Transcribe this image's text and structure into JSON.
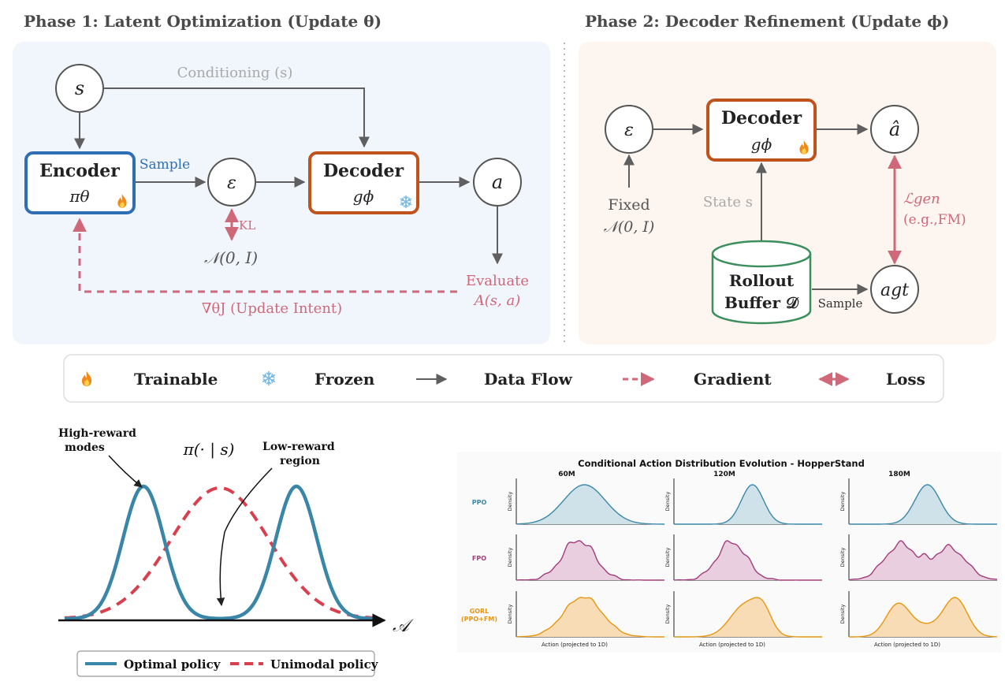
{
  "colors": {
    "panel1_bg": "#f1f5fc",
    "panel2_bg": "#fdf6f0",
    "encoder_blue": "#2f6eb5",
    "decoder_orange": "#c0521c",
    "buffer_green": "#3a8f5c",
    "gradient_pink": "#cf6878",
    "gray_arrow": "#5f5f5f",
    "muted_text": "#a9a9a9",
    "ppo_blue": "#3a87a8",
    "fpo_purple": "#a23c7c",
    "gorl_orange": "#e8960f",
    "optimal_blue": "#3a86a8",
    "unimodal_red": "#d9404e"
  },
  "phase1": {
    "title": "Phase 1: Latent Optimization (Update θ)",
    "state_node": "s",
    "conditioning_label": "Conditioning (s)",
    "encoder_title": "Encoder",
    "encoder_symbol": "πθ",
    "sample_label": "Sample",
    "epsilon_node": "ε",
    "kl_label": "KL",
    "prior_label": "𝒩(0, I)",
    "decoder_title": "Decoder",
    "decoder_symbol": "gϕ",
    "action_node": "a",
    "evaluate_label": "Evaluate",
    "advantage_label": "A(s, a)",
    "gradient_label": "∇θJ (Update Intent)"
  },
  "phase2": {
    "title": "Phase 2: Decoder Refinement (Update ϕ)",
    "epsilon_node": "ε",
    "fixed_label": "Fixed",
    "fixed_prior": "𝒩(0, I)",
    "decoder_title": "Decoder",
    "decoder_symbol": "gϕ",
    "ahat_node": "â",
    "loss_label": "ℒgen",
    "loss_sub": "(e.g.,FM)",
    "state_label": "State s",
    "buffer_line1": "Rollout",
    "buffer_line2": "Buffer 𝒟",
    "sample_label": "Sample",
    "agt_node": "agt"
  },
  "legend": {
    "items": [
      {
        "icon": "fire-icon",
        "label": "Trainable"
      },
      {
        "icon": "snowflake-icon",
        "label": "Frozen"
      },
      {
        "icon": "solid-arrow-icon",
        "label": "Data Flow"
      },
      {
        "icon": "dashed-arrow-icon",
        "label": "Gradient"
      },
      {
        "icon": "double-arrow-icon",
        "label": "Loss"
      }
    ]
  },
  "multimodal": {
    "label_high": "High-reward\nmodes",
    "label_low": "Low-reward\nregion",
    "policy_label": "π(· | s)",
    "axis_label": "𝒜",
    "legend_optimal": "Optimal policy",
    "legend_unimodal": "Unimodal policy"
  },
  "chart_data": {
    "type": "area",
    "title": "Conditional Action Distribution Evolution - HopperStand",
    "columns": [
      "60M",
      "120M",
      "180M"
    ],
    "rows": [
      {
        "name": "PPO",
        "color": "#3a87a8",
        "fill": "#cfe2ea"
      },
      {
        "name": "FPO",
        "color": "#a23c7c",
        "fill": "#e8cede"
      },
      {
        "name": "GORL\n(PPO+FM)",
        "color": "#e8960f",
        "fill": "#f8dcb5"
      }
    ],
    "ylabel": "Density",
    "xlabel": "Action (projected to 1D)"
  }
}
